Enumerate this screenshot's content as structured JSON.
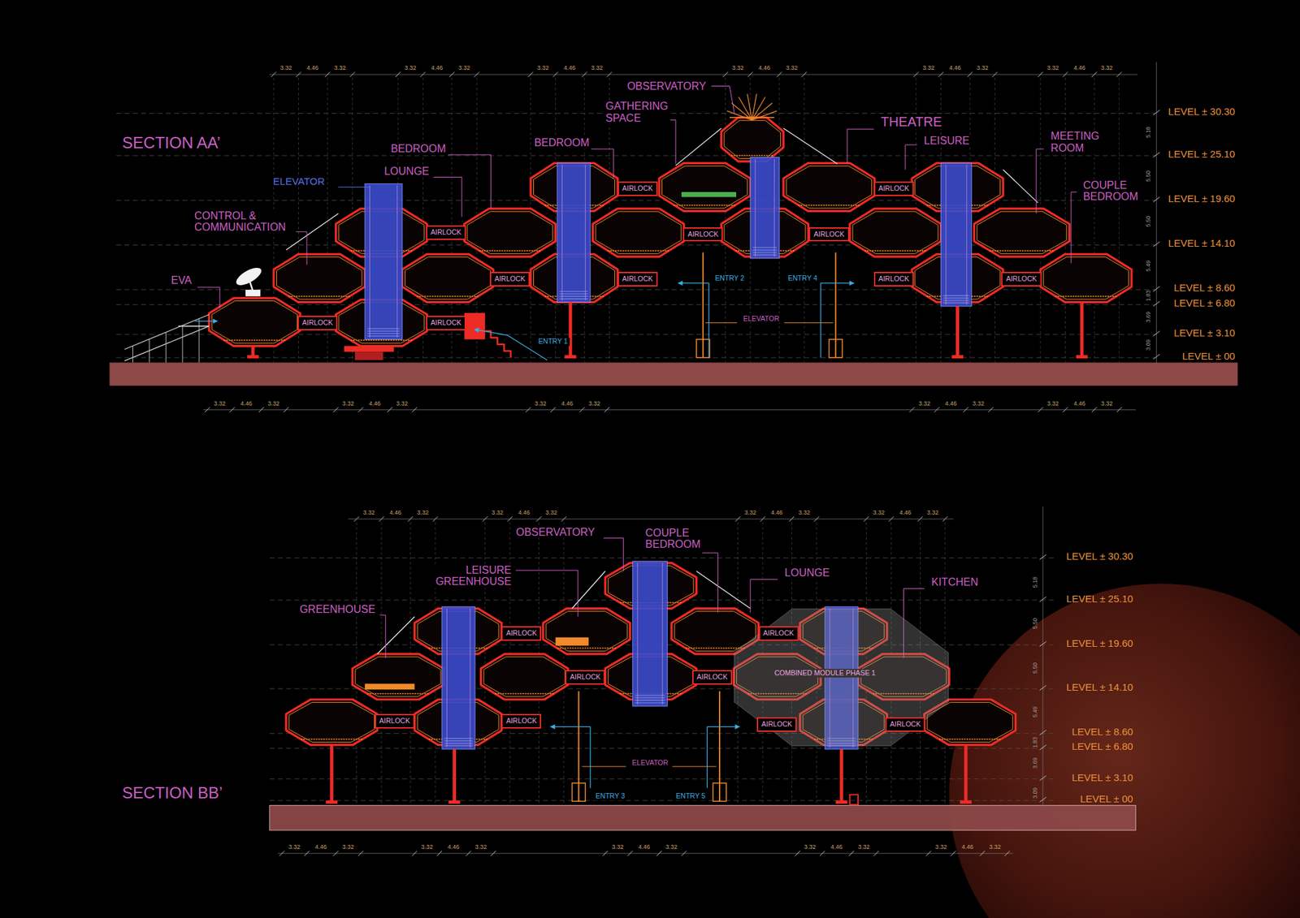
{
  "diagram": {
    "nodes": [
      {
        "text": [
          "AIRLOCK"
        ]
      },
      {
        "text": [
          "AIRLOCK"
        ]
      },
      {
        "text": [
          "AIRLOCK"
        ]
      },
      {
        "text": [
          "AIRLOCK"
        ]
      },
      {
        "text": [
          "AIRLOCK"
        ]
      },
      {
        "text": [
          "AIRLOCK"
        ]
      },
      {
        "text": [
          "AIRLOCK"
        ]
      },
      {
        "text": [
          "AIRLOCK"
        ]
      },
      {
        "text": [
          "AIRLOCK"
        ]
      },
      {
        "text": [
          "AIRLOCK"
        ]
      },
      {
        "text": [
          "AIRLOCK"
        ]
      },
      {
        "text": [
          "AIRLOCK"
        ]
      },
      {
        "text": [
          "COMBINED MODULE PHASE 1"
        ]
      },
      {
        "text": [
          "AIRLOCK"
        ],
        "in": 12
      },
      {
        "text": [
          "AIRLOCK"
        ]
      },
      {
        "text": [
          "AIRLOCK"
        ]
      },
      {
        "text": [
          "AIRLOCK"
        ]
      },
      {
        "text": [
          "AIRLOCK"
        ]
      },
      {
        "text": [
          "AIRLOCK"
        ],
        "in": 12
      },
      {
        "text": [
          "AIRLOCK"
        ],
        "in": 12
      }
    ],
    "labels": [
      "SECTION AA’",
      "OBSERVATORY",
      "GATHERING SPACE",
      "THEATRE",
      "BEDROOM",
      "BEDROOM",
      "LEISURE",
      "MEETING ROOM",
      "LOUNGE",
      "COUPLE BEDROOM",
      "ELEVATOR",
      "CONTROL & COMMUNICATION",
      "EVA",
      "ENTRY 1",
      "ENTRY 2",
      "ENTRY 4",
      "ELEVATOR",
      "LEVEL ± 30.30",
      "LEVEL ± 25.10",
      "LEVEL ± 19.60",
      "LEVEL ± 14.10",
      "LEVEL ± 8.60",
      "LEVEL ± 6.80",
      "LEVEL ± 3.10",
      "LEVEL ± 00",
      "3.32",
      "4.46",
      "3.32",
      "3.32",
      "4.46",
      "3.32",
      "3.32",
      "4.46",
      "3.32",
      "3.32",
      "4.46",
      "3.32",
      "3.32",
      "4.46",
      "3.32",
      "3.32",
      "4.46",
      "3.32",
      "3.32",
      "4.46",
      "3.32",
      "3.32",
      "4.46",
      "3.32",
      "3.32",
      "4.46",
      "3.32",
      "3.32",
      "4.46",
      "3.32",
      "3.32",
      "4.46",
      "3.32",
      "5.18",
      "5.50",
      "5.50",
      "5.49",
      "1.83",
      "3.69",
      "3.09",
      "SECTION BB’",
      "OBSERVATORY",
      "COUPLE BEDROOM",
      "LEISURE GREENHOUSE",
      "GREENHOUSE",
      "LOUNGE",
      "KITCHEN",
      "ELEVATOR",
      "ENTRY 3",
      "ENTRY 5",
      "LEVEL ± 30.30",
      "LEVEL ± 25.10",
      "LEVEL ± 19.60",
      "LEVEL ± 14.10",
      "LEVEL ± 8.60",
      "LEVEL ± 6.80",
      "LEVEL ± 3.10",
      "LEVEL ± 00",
      "3.32",
      "4.46",
      "3.32",
      "3.32",
      "4.46",
      "3.32",
      "3.32",
      "4.46",
      "3.32",
      "3.32",
      "4.46",
      "3.32",
      "3.32",
      "4.46",
      "3.32",
      "3.32",
      "4.46",
      "3.32",
      "3.32",
      "4.46",
      "3.32",
      "3.32",
      "4.46",
      "3.32",
      "3.32",
      "4.46",
      "3.32",
      "5.18",
      "5.50",
      "5.50",
      "5.49",
      "1.83",
      "3.69",
      "3.09"
    ]
  }
}
